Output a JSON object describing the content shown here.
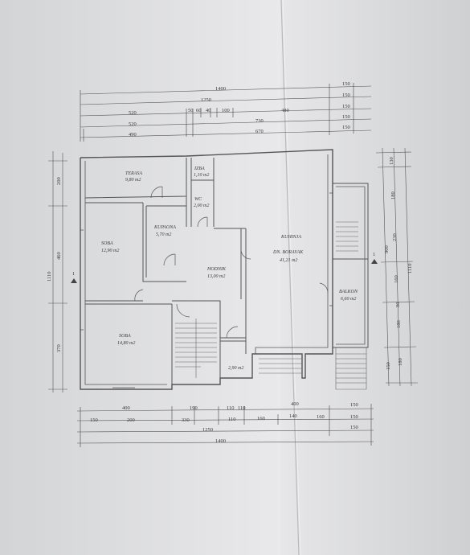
{
  "top_dimensions": {
    "row1": {
      "total": "1400",
      "right": "150"
    },
    "row2": {
      "total": "1250",
      "right": "150"
    },
    "row3": {
      "left": "520",
      "a": "50",
      "b": "60",
      "c": "40",
      "d": "100",
      "e": "480",
      "right": "150"
    },
    "row4": {
      "left": "520",
      "mid": "730",
      "right": "150"
    },
    "row5": {
      "left": "490",
      "mid": "670",
      "right": "150"
    }
  },
  "left_dimensions": {
    "outer": "1110",
    "top": "200",
    "middle": "460",
    "bottom": "370"
  },
  "right_dimensions": {
    "a": "130",
    "b": "180",
    "c": "230",
    "d": "160",
    "e": "90",
    "f": "180",
    "g": "150",
    "h": "180",
    "outer1": "900",
    "outer2": "1110"
  },
  "bottom_dimensions": {
    "row1": {
      "a": "400",
      "b": "190",
      "c": "110",
      "d": "110",
      "e": "400",
      "f": "150"
    },
    "row2": {
      "a": "150",
      "b": "200",
      "c": "330",
      "d": "110",
      "e": "160",
      "f": "140",
      "g": "160",
      "h": "150"
    },
    "row3": {
      "total": "1250",
      "right": "150"
    },
    "row4": {
      "total": "1400"
    }
  },
  "rooms": [
    {
      "name": "TERASA",
      "area": "9,80 m2"
    },
    {
      "name": "IZBA",
      "area": "1,10 m2"
    },
    {
      "name": "WC",
      "area": "2,00 m2"
    },
    {
      "name": "KUPAONA",
      "area": "5,70 m2"
    },
    {
      "name": "SOBA",
      "area": "12,90 m2"
    },
    {
      "name": "HODNIK",
      "area": "13,00 m2"
    },
    {
      "name": "KUHINJA",
      "name2": "DN. BORAVAK",
      "area": "41,21 m2"
    },
    {
      "name": "BALKON",
      "area": "6,60 m2"
    },
    {
      "name": "SOBA",
      "area": "14,80 m2"
    },
    {
      "area": "2,90 m2"
    }
  ],
  "section_marker": "1"
}
